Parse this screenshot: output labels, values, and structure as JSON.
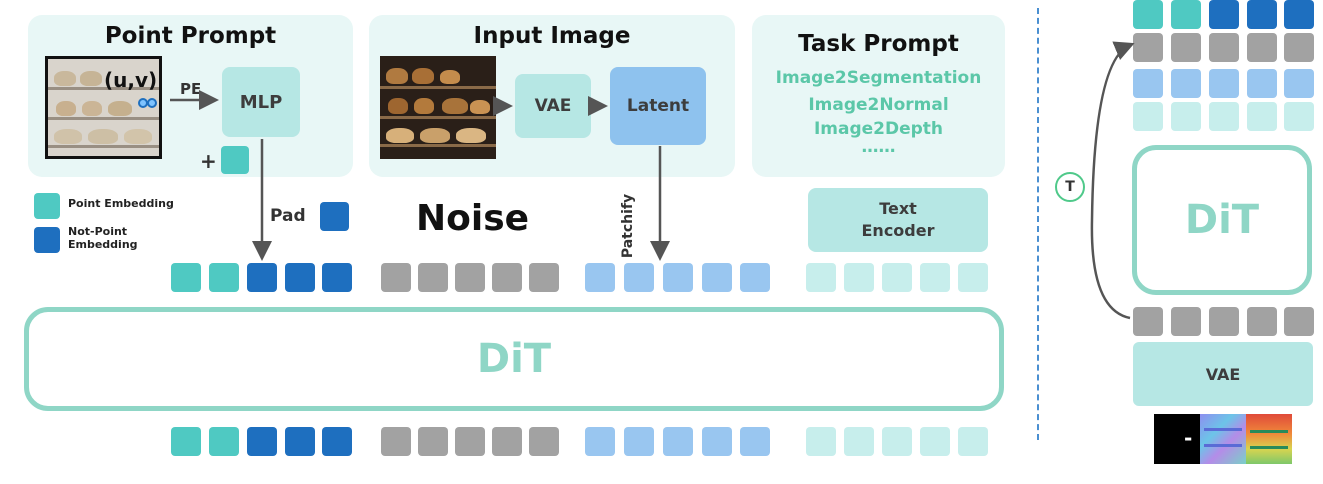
{
  "panels": {
    "point_prompt": {
      "title": "Point Prompt",
      "uv_label": "(u,v)",
      "pe_label": "PE",
      "mlp_label": "MLP",
      "plus_label": "+"
    },
    "input_image": {
      "title": "Input Image",
      "vae_label": "VAE",
      "latent_label": "Latent"
    },
    "task_prompt": {
      "title": "Task Prompt",
      "tasks": [
        "Image2Segmentation",
        "Image2Normal",
        "Image2Depth",
        "……"
      ]
    }
  },
  "legend": {
    "point_embedding": "Point Embedding",
    "not_point_embedding": "Not-Point\nEmbedding"
  },
  "labels": {
    "pad": "Pad",
    "noise": "Noise",
    "patchify": "Patchify",
    "text_encoder": "Text\nEncoder"
  },
  "dit": {
    "main_label": "DiT",
    "side_label": "DiT"
  },
  "side": {
    "timestep_label": "T",
    "vae_label": "VAE",
    "output_dash": "-"
  },
  "colors": {
    "teal": "#4fc9c2",
    "blue": "#1e6fbf",
    "gray": "#a2a2a2",
    "light_blue": "#99c6f0",
    "pale_teal": "#c7eeec",
    "panel_bg": "#e8f7f6",
    "dit_border": "#8fd6c6",
    "task_text": "#5bc7a8"
  }
}
